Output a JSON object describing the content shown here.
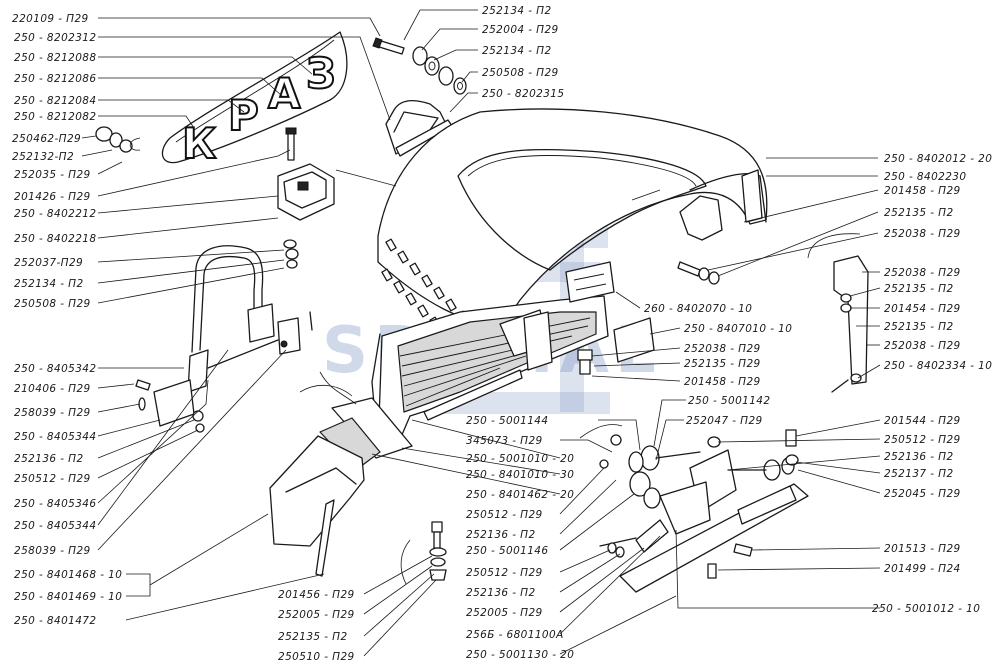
{
  "watermark": {
    "text": "SPECIAL"
  },
  "logo_letters": [
    "К",
    "Р",
    "А",
    "З"
  ],
  "labels_left": [
    "220109 - П29",
    "250 - 8202312",
    "250 - 8212088",
    "250 - 8212086",
    "250 - 8212084",
    "250 - 8212082",
    "250462-П29",
    "252132-П2",
    "252035 - П29",
    "201426 - П29",
    "250 - 8402212",
    "250 - 8402218",
    "252037-П29",
    "252134 - П2",
    "250508 - П29",
    "250 - 8405342",
    "210406 - П29",
    "258039 - П29",
    "250 - 8405344",
    "252136 - П2",
    "250512 - П29",
    "250 - 8405346",
    "250 - 8405344",
    "258039 - П29",
    "250 - 8401468 - 10",
    "250 - 8401469 - 10",
    "250 - 8401472"
  ],
  "labels_top": [
    "252134 - П2",
    "252004 - П29",
    "252134 - П2",
    "250508 - П29",
    "250 - 8202315"
  ],
  "labels_right": [
    "250 - 8402012 - 20",
    "250 - 8402230",
    "201458 - П29",
    "252135 - П2",
    "252038 - П29",
    "252038 - П29",
    "252135 - П2",
    "201454 - П29",
    "252135 - П2",
    "252038 - П29",
    "250 - 8402334 - 10",
    "201544 - П29",
    "250512 - П29",
    "252136 - П2",
    "252137 - П2",
    "252045 - П29",
    "201513 - П29",
    "201499 - П24",
    "250 - 5001012 - 10"
  ],
  "labels_center": [
    "260 - 8402070 - 10",
    "250 - 8407010 - 10",
    "252038 - П29",
    "252135 - П29",
    "201458 - П29",
    "250 - 5001142",
    "252047 - П29",
    "250 - 5001144",
    "345073 - П29",
    "250 - 5001010 - 20",
    "250 - 8401010 - 30",
    "250 - 8401462 - 20",
    "250512 - П29",
    "252136 - П2",
    "250 - 5001146",
    "250512 - П29",
    "252136 - П2",
    "252005 - П29",
    "256Б - 6801100А",
    "250 - 5001130 - 20"
  ],
  "labels_bottom": [
    "201456 - П29",
    "252005 - П29",
    "252135 - П2",
    "250510 - П29"
  ]
}
